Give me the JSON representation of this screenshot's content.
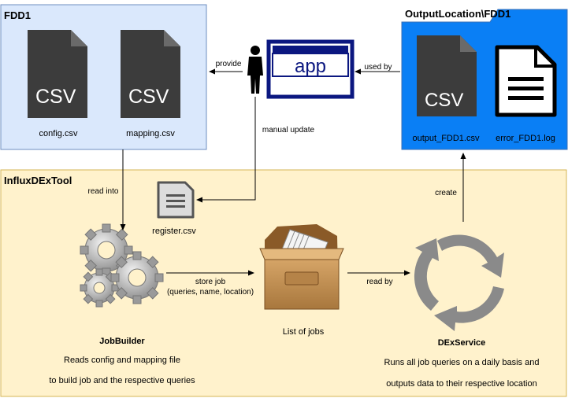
{
  "fdd1": {
    "title": "FDD1",
    "files": [
      {
        "name": "config.csv",
        "icon_text": "CSV",
        "icon": "csv-file-icon"
      },
      {
        "name": "mapping.csv",
        "icon_text": "CSV",
        "icon": "csv-file-icon"
      }
    ]
  },
  "output": {
    "title": "OutputLocation\\FDD1",
    "files": [
      {
        "name": "output_FDD1.csv",
        "icon_text": "CSV",
        "icon": "csv-file-icon"
      },
      {
        "name": "error_FDD1.log",
        "icon": "log-file-icon"
      }
    ]
  },
  "tool": {
    "title": "InfluxDExTool",
    "register_file": "register.csv",
    "jobbuilder": {
      "title": "JobBuilder",
      "desc_lines": [
        "Reads config and mapping file",
        "to build job and the respective queries"
      ],
      "icon": "gears-icon"
    },
    "jobs": {
      "title": "List of jobs",
      "icon": "file-box-icon"
    },
    "dexservice": {
      "title": "DExService",
      "desc_lines": [
        "Runs all job queries on a daily basis and",
        "outputs data to their respective location"
      ],
      "icon": "cycle-arrows-icon"
    }
  },
  "app": {
    "label": "app",
    "icon": "app-window-icon",
    "user_icon": "person-icon"
  },
  "edges": {
    "provide": "provide",
    "used_by": "used by",
    "manual_update": "manual update",
    "read_into": "read into",
    "store_job_lines": [
      "store job",
      "(queries, name, location)"
    ],
    "read_by": "read by",
    "create": "create"
  },
  "colors": {
    "fdd1_fill": "#dae8fc",
    "fdd1_stroke": "#6c8ebf",
    "tool_fill": "#fff2cc",
    "tool_stroke": "#d6b656",
    "output_fill": "#0a7ff5",
    "app_border": "#0b1780",
    "icon_dark": "#3c3c3c"
  }
}
